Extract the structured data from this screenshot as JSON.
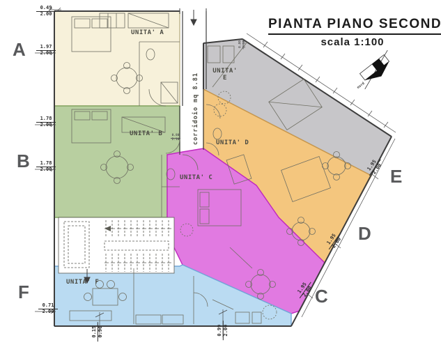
{
  "title": {
    "main": "PIANTA PIANO SECONDO",
    "scale": "scala 1:100"
  },
  "north": {
    "label": "nord"
  },
  "corridor": {
    "label": "corridoio  mq 8.81"
  },
  "units": [
    {
      "id": "A",
      "name": "UNITA' A",
      "letter": "A",
      "fill": "#f7f1da",
      "border": "#bdb48a"
    },
    {
      "id": "B",
      "name": "UNITA' B",
      "letter": "B",
      "fill": "#b8cfa0",
      "border": "#84a763"
    },
    {
      "id": "C",
      "name": "UNITA' C",
      "letter": "C",
      "fill": "#e17ae1",
      "border": "#c128c1"
    },
    {
      "id": "D",
      "name": "UNITA' D",
      "letter": "D",
      "fill": "#f4c67e",
      "border": "#c9974b"
    },
    {
      "id": "E",
      "name": "UNITA' E",
      "letter": "E",
      "fill": "#c7c6c9",
      "border": "#8f8f92"
    },
    {
      "id": "F",
      "name": "UNITA' F",
      "letter": "F",
      "fill": "#badbf2",
      "border": "#72a8d9"
    }
  ],
  "dims": [
    {
      "a": "0.49",
      "b": "2.00"
    },
    {
      "a": "1.97",
      "b": "2.00"
    },
    {
      "a": "1.78",
      "b": "2.00"
    },
    {
      "a": "1.78",
      "b": "2.00"
    },
    {
      "a": "0.71",
      "b": "2.00"
    },
    {
      "a": "0.15",
      "b": "0.90"
    },
    {
      "a": "0.99",
      "b": "2.00"
    },
    {
      "a": "1.95",
      "b": "2.00"
    },
    {
      "a": "1.95",
      "b": "2.00"
    },
    {
      "a": "1.95",
      "b": "2.00"
    }
  ],
  "door_dims": [
    {
      "a": "0.80",
      "b": "2.10"
    },
    {
      "a": "0.80",
      "b": "2.10"
    }
  ]
}
